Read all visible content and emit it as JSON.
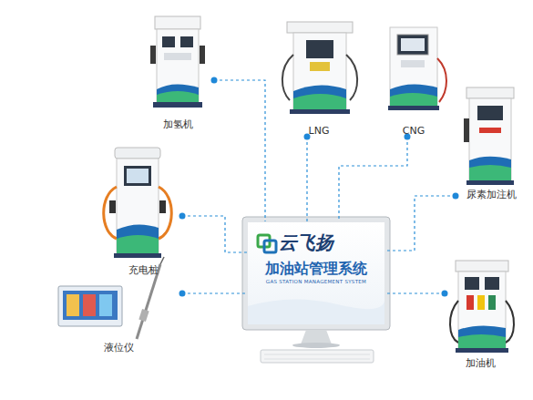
{
  "diagram": {
    "nodes": [
      {
        "text": [
          "加氢机"
        ]
      },
      {
        "text": [
          "LNG"
        ]
      },
      {
        "text": [
          "CNG"
        ]
      },
      {
        "text": [
          "尿素加注机"
        ]
      },
      {
        "text": [
          "充电桩"
        ]
      },
      {
        "text": [
          "云飞扬",
          "加油站管理系统",
          "GAS STATION MANAGEMENT SYSTEM"
        ]
      },
      {
        "text": [
          "液位仪"
        ]
      },
      {
        "text": [
          "加油机"
        ]
      }
    ],
    "edges": [
      {
        "from": 0,
        "to": 5,
        "arrow": "none"
      },
      {
        "from": 1,
        "to": 5,
        "arrow": "none"
      },
      {
        "from": 2,
        "to": 5,
        "arrow": "none"
      },
      {
        "from": 3,
        "to": 5,
        "arrow": "none"
      },
      {
        "from": 4,
        "to": 5,
        "arrow": "none"
      },
      {
        "from": 6,
        "to": 5,
        "arrow": "none"
      },
      {
        "from": 7,
        "to": 5,
        "arrow": "none"
      }
    ]
  }
}
